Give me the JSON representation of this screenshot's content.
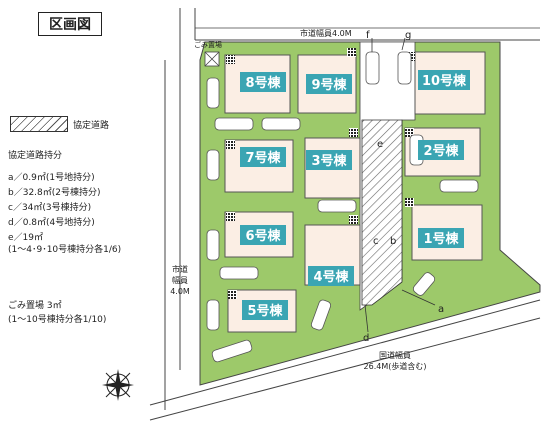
{
  "title": "区画図",
  "legend": {
    "kyotei_label": "協定道路",
    "mochibun_title": "協定道路持分",
    "items": [
      "a／0.9㎡(1号地持分)",
      "b／32.8㎡(2号棟持分)",
      "c／34㎡(3号棟持分)",
      "d／0.8㎡(4号地持分)",
      "e／19㎡",
      "(1～4･9･10号棟持分各1/6)"
    ],
    "garbage_area": "ごみ置場 3㎡",
    "garbage_share": "(1～10号棟持分各1/10)"
  },
  "roads": {
    "top": "市道幅員4.0M",
    "left_line1": "市道",
    "left_line2": "幅員",
    "left_line3": "4.0M",
    "bottom_line1": "国道幅員",
    "bottom_line2": "26.4M(歩道含む)",
    "garbage_spot": "ごみ置場"
  },
  "lots": [
    "1号棟",
    "2号棟",
    "3号棟",
    "4号棟",
    "5号棟",
    "6号棟",
    "7号棟",
    "8号棟",
    "9号棟",
    "10号棟"
  ],
  "letters": {
    "a": "a",
    "b": "b",
    "c": "c",
    "d": "d",
    "e": "e",
    "f": "f",
    "g": "g"
  },
  "colors": {
    "lot_fill": "#fbeee4",
    "label_fill": "#3aa5b3",
    "green": "#9dc96a",
    "road": "#ffffff",
    "outline": "#444444"
  }
}
